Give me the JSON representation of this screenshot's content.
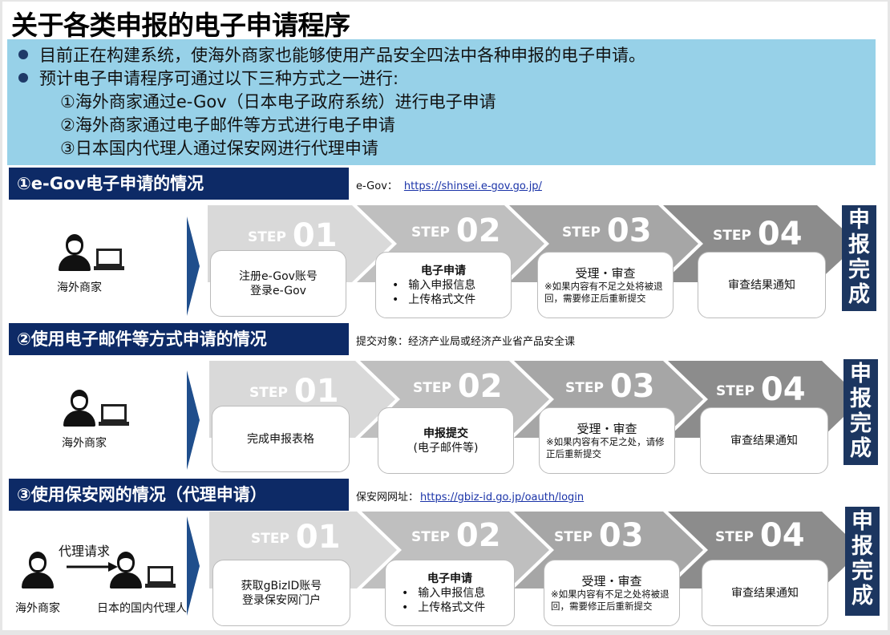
{
  "title": "关于各类申报的电子申请程序",
  "intro": {
    "bullets": [
      "目前正在构建系统，使海外商家也能够使用产品安全四法中各种申报的电子申请。",
      "预计电子申请程序可通过以下三种方式之一进行:"
    ],
    "methods": [
      "①海外商家通过e-Gov（日本电子政府系统）进行电子申请",
      "②海外商家通过电子邮件等方式进行电子申请",
      "③日本国内代理人通过保安网进行代理申请"
    ]
  },
  "step_word": "STEP",
  "done_label": [
    "申",
    "报",
    "完",
    "成"
  ],
  "colors": {
    "header_bg": "#0d2a66",
    "intro_bg": "#97d1e8",
    "done_bg": "#1c3660",
    "step1": "#d9d9d9",
    "step2": "#bfbfbf",
    "step3": "#a6a6a6",
    "step4": "#8c8c8c"
  },
  "sections": [
    {
      "heading": "①e-Gov电子申请的情况",
      "note_label": "e-Gov：",
      "note_link": "https://shinsei.e-gov.go.jp/",
      "actor": "海外商家",
      "steps": [
        {
          "num": "01",
          "lines": [
            "注册e-Gov账号",
            "登录e-Gov"
          ]
        },
        {
          "num": "02",
          "title": "电子申请",
          "items": [
            "输入申报信息",
            "上传格式文件"
          ]
        },
        {
          "num": "03",
          "title": "受理・审查",
          "note": "※如果内容有不足之处将被退回，需要修正后重新提交"
        },
        {
          "num": "04",
          "lines": [
            "审查结果通知"
          ]
        }
      ]
    },
    {
      "heading": "②使用电子邮件等方式申请的情况",
      "note_label": "提交对象：经济产业局或经济产业省产品安全课",
      "actor": "海外商家",
      "steps": [
        {
          "num": "01",
          "lines": [
            "完成申报表格"
          ]
        },
        {
          "num": "02",
          "title": "申报提交",
          "lines": [
            "(电子邮件等)"
          ]
        },
        {
          "num": "03",
          "title": "受理・审查",
          "note": "※如果内容有不足之处，请修正后重新提交"
        },
        {
          "num": "04",
          "lines": [
            "审查结果通知"
          ]
        }
      ]
    },
    {
      "heading": "③使用保安网的情况（代理申请）",
      "note_label": "保安网网址：",
      "note_link": "https://gbiz-id.go.jp/oauth/login",
      "actor": "海外商家",
      "arrow_label": "代理请求",
      "agent": "日本的国内代理人",
      "steps": [
        {
          "num": "01",
          "lines": [
            "获取gBizID账号",
            "登录保安网门户"
          ]
        },
        {
          "num": "02",
          "title": "电子申请",
          "items": [
            "输入申报信息",
            "上传格式文件"
          ]
        },
        {
          "num": "03",
          "title": "受理・审查",
          "note": "※如果内容有不足之处将被退回，需要修正后重新提交"
        },
        {
          "num": "04",
          "lines": [
            "审查结果通知"
          ]
        }
      ]
    }
  ]
}
